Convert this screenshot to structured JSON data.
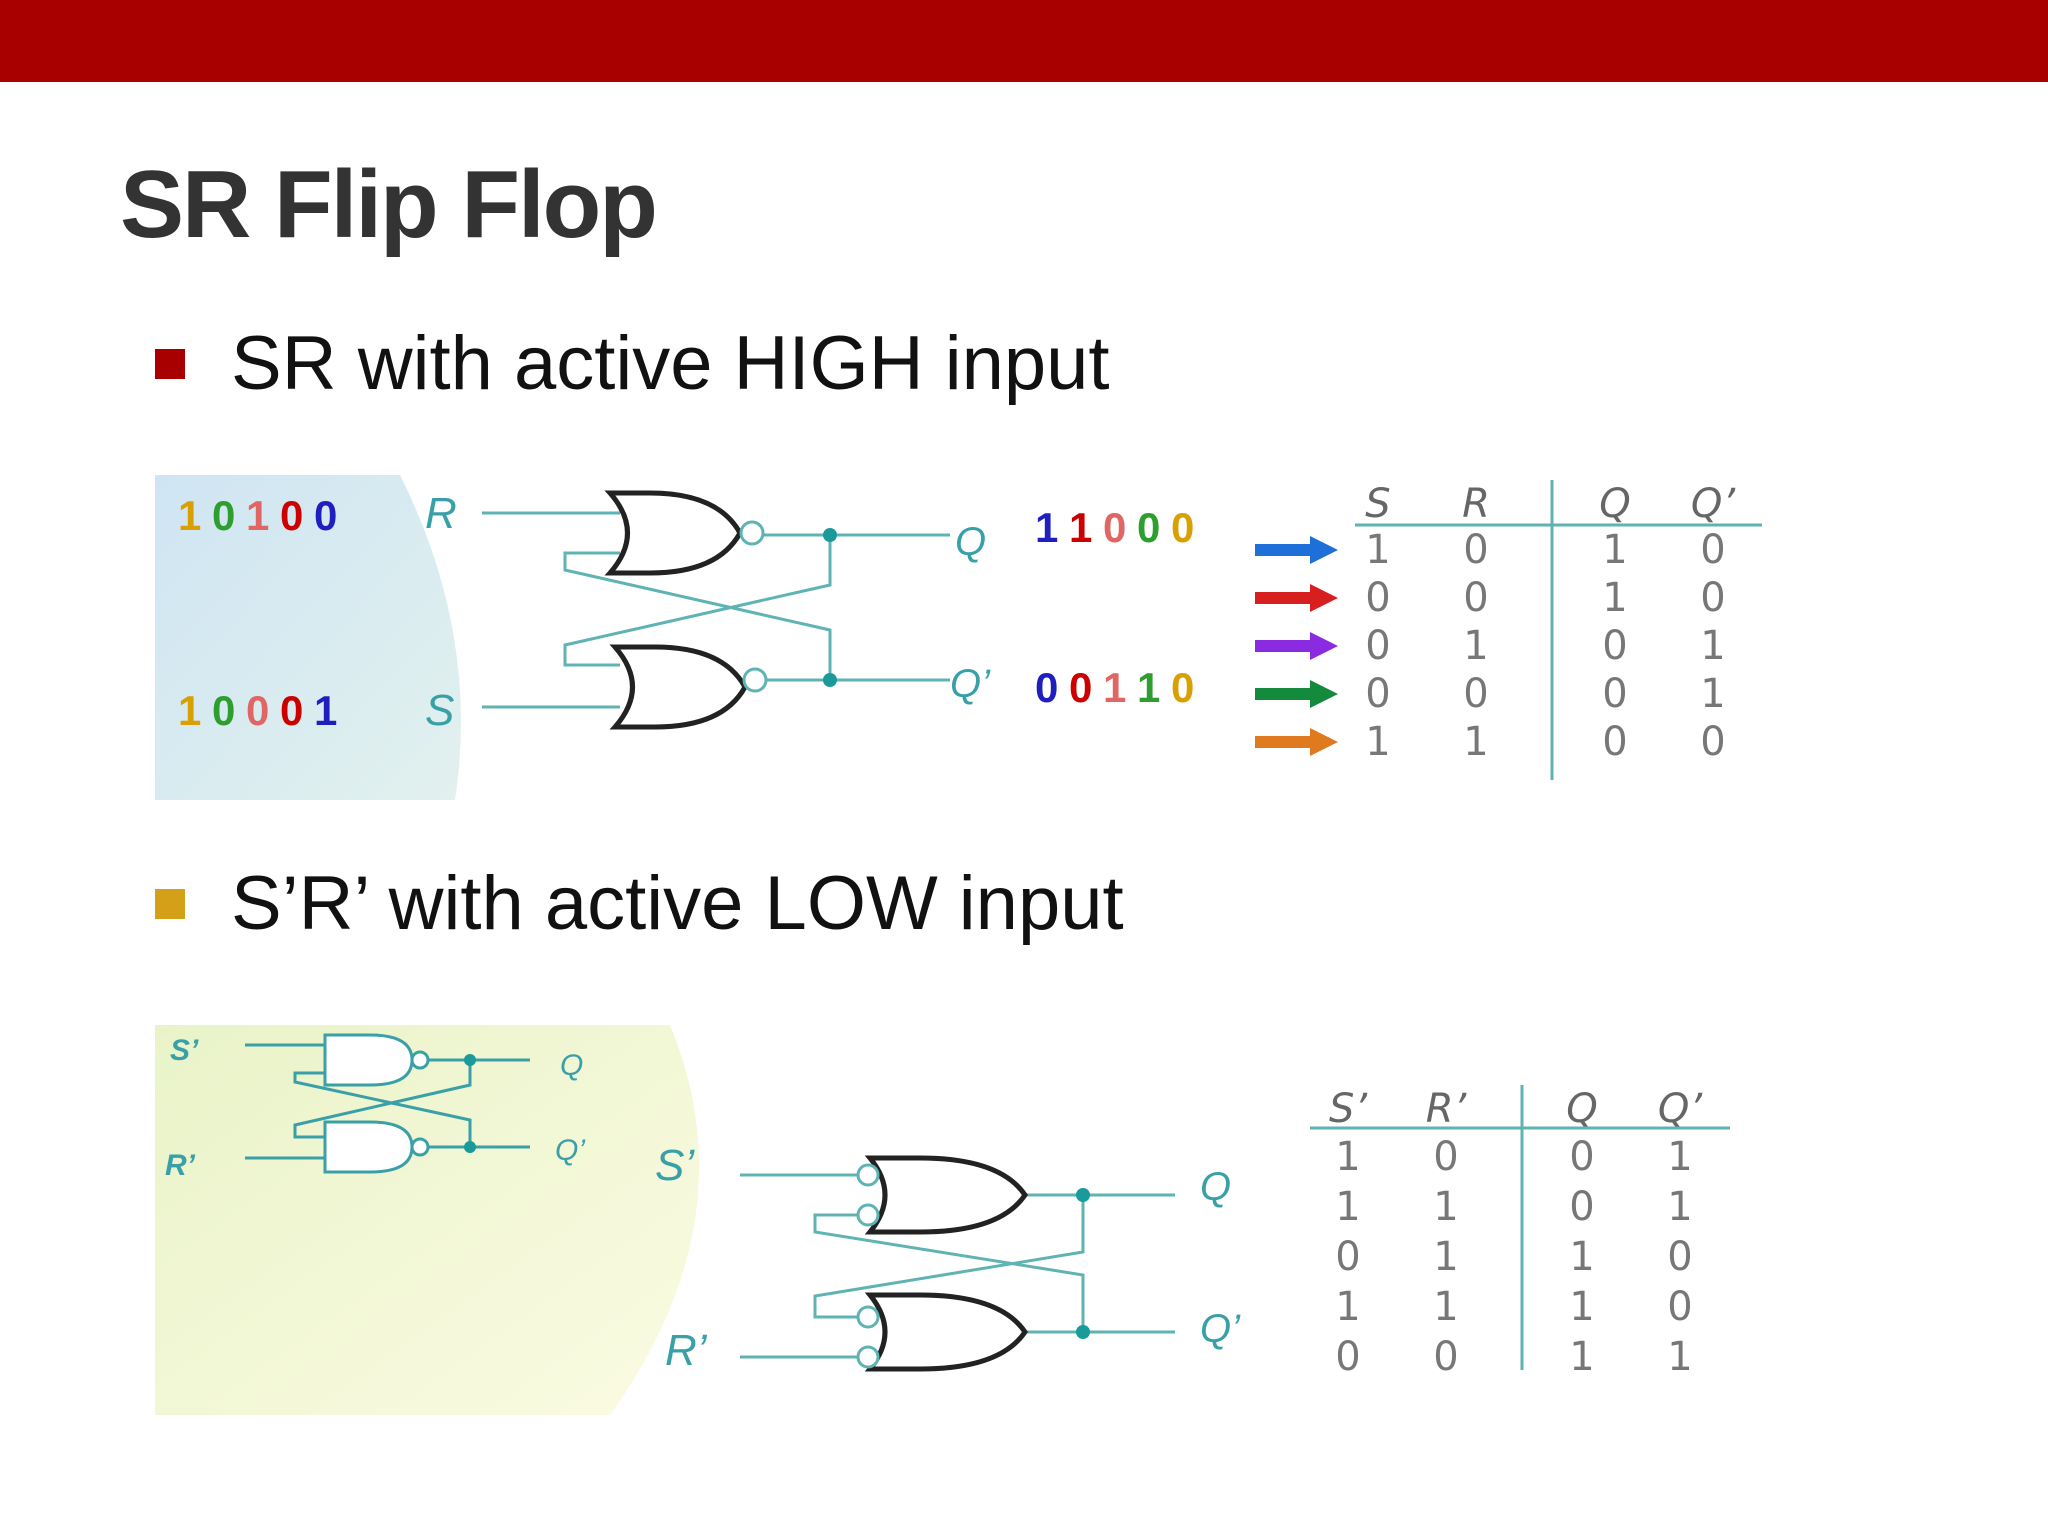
{
  "slide": {
    "title": "SR Flip Flop",
    "accent_color": "#a80000",
    "bullets": [
      {
        "text": "SR with active HIGH input",
        "color": "#a80000"
      },
      {
        "text": "S’R’ with active LOW input",
        "color": "#d4a017"
      }
    ]
  },
  "diagram1": {
    "r_label": "R",
    "s_label": "S",
    "q_label": "Q",
    "qn_label": "Q’",
    "r_seq": [
      "1",
      "0",
      "1",
      "0",
      "0"
    ],
    "s_seq": [
      "1",
      "0",
      "0",
      "0",
      "1"
    ],
    "q_seq": [
      "1",
      "1",
      "0",
      "0",
      "0"
    ],
    "qn_seq": [
      "0",
      "0",
      "1",
      "1",
      "0"
    ],
    "seq_colors": [
      "#d8a000",
      "#2e9e2e",
      "#e06666",
      "#cc0000",
      "#1f1fbf"
    ],
    "arrow_colors": [
      "#1f6fd8",
      "#d81f1f",
      "#8a2be2",
      "#148a3c",
      "#e07a1f"
    ],
    "table": {
      "headers": [
        "S",
        "R",
        "Q",
        "Q’"
      ],
      "rows": [
        [
          "1",
          "0",
          "1",
          "0"
        ],
        [
          "0",
          "0",
          "1",
          "0"
        ],
        [
          "0",
          "1",
          "0",
          "1"
        ],
        [
          "0",
          "0",
          "0",
          "1"
        ],
        [
          "1",
          "1",
          "0",
          "0"
        ]
      ]
    }
  },
  "diagram2": {
    "small": {
      "s_label": "S’",
      "r_label": "R’",
      "q_label": "Q",
      "qn_label": "Q’"
    },
    "large": {
      "s_label": "S’",
      "r_label": "R’",
      "q_label": "Q",
      "qn_label": "Q’"
    },
    "table": {
      "headers": [
        "S’",
        "R’",
        "Q",
        "Q’"
      ],
      "rows": [
        [
          "1",
          "0",
          "0",
          "1"
        ],
        [
          "1",
          "1",
          "0",
          "1"
        ],
        [
          "0",
          "1",
          "1",
          "0"
        ],
        [
          "1",
          "1",
          "1",
          "0"
        ],
        [
          "0",
          "0",
          "1",
          "1"
        ]
      ]
    }
  }
}
